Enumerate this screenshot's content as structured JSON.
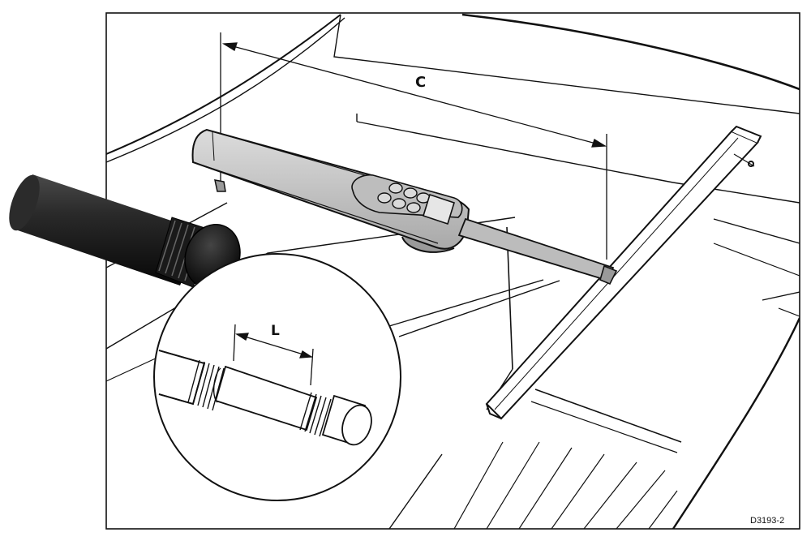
{
  "labels": {
    "dimension_c": "C",
    "dimension_l": "L",
    "figure_code": "D3193-2"
  },
  "colors": {
    "line": "#111111",
    "remote_body": "#c9c9c9",
    "remote_panel": "#b5b5b5",
    "cylinder": "#1d1d1d"
  }
}
